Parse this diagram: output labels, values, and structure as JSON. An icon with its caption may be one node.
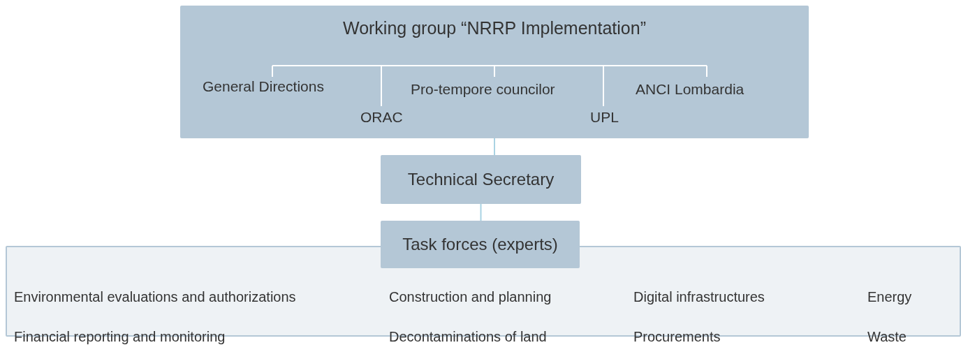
{
  "diagram": {
    "nodes": [
      {
        "text": [
          "Working group “NRRP Implementation”"
        ]
      },
      {
        "text": [
          "General Directions"
        ],
        "in": 0
      },
      {
        "text": [
          "ORAC"
        ],
        "in": 0
      },
      {
        "text": [
          "Pro-tempore councilor"
        ],
        "in": 0
      },
      {
        "text": [
          "UPL"
        ],
        "in": 0
      },
      {
        "text": [
          "ANCI Lombardia"
        ],
        "in": 0
      },
      {
        "text": [
          "Technical Secretary"
        ]
      },
      {
        "text": [
          "Task forces (experts)"
        ]
      },
      {
        "text": [
          "Environmental evaluations and authorizations",
          "Construction and planning",
          "Digital infrastructures",
          "Energy",
          "Financial reporting and monitoring",
          "Decontaminations of land",
          "Procurements",
          "Waste"
        ]
      }
    ],
    "edges": [
      {
        "from": 0,
        "to": 6,
        "arrow": "none"
      },
      {
        "from": 6,
        "to": 7,
        "arrow": "none"
      }
    ]
  }
}
